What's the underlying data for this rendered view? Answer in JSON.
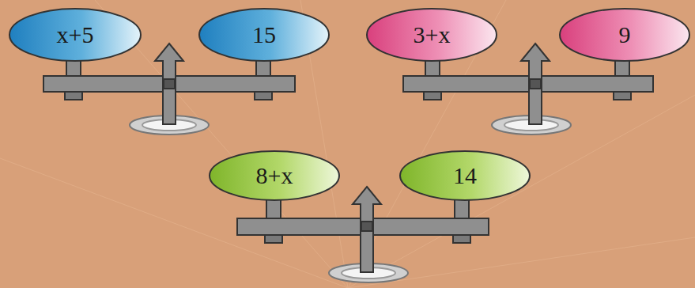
{
  "diagram": {
    "nodes": [
      {
        "text": [
          "x+5"
        ]
      },
      {
        "text": [
          "15"
        ]
      },
      {
        "text": [
          "3+x"
        ]
      },
      {
        "text": [
          "9"
        ]
      },
      {
        "text": [
          "8+x"
        ]
      },
      {
        "text": [
          "14"
        ]
      }
    ]
  }
}
